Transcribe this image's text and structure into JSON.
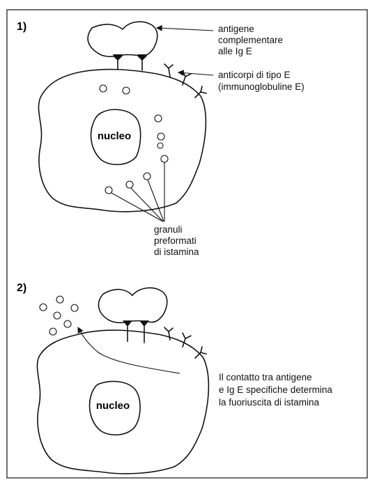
{
  "step1": {
    "number": "1)",
    "antigen_label": [
      "antigene",
      "complementare",
      "alle Ig E"
    ],
    "antibody_label": [
      "anticorpi di tipo E",
      "(immunoglobuline E)"
    ],
    "nucleus_label": "nucleo",
    "granules_label": [
      "granuli",
      "preformati",
      "di istamina"
    ]
  },
  "step2": {
    "number": "2)",
    "nucleus_label": "nucleo",
    "description": [
      "Il contatto tra antigene",
      "e Ig E specifiche determina",
      "la fuoriuscita di istamina"
    ]
  }
}
